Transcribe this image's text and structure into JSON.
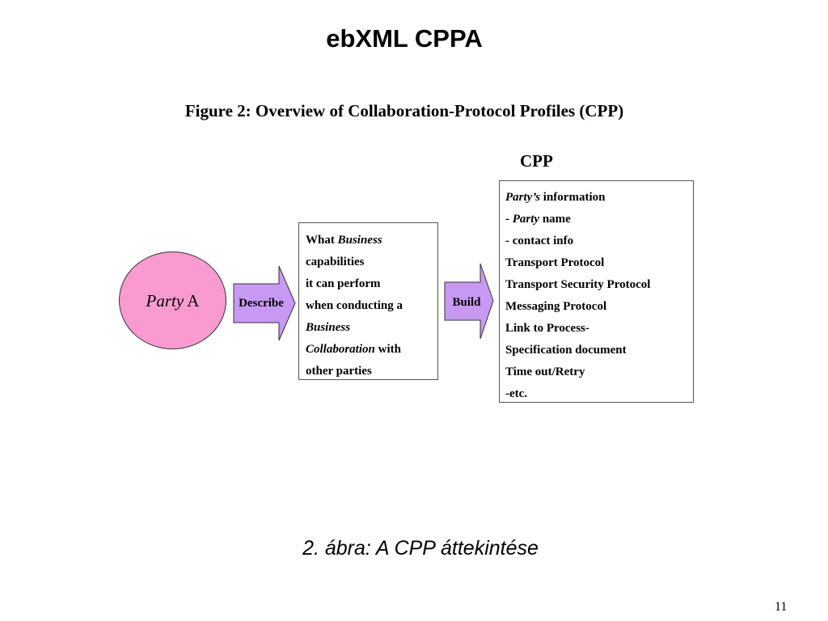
{
  "slide": {
    "title": "ebXML CPPA",
    "figure_caption": "Figure 2: Overview of Collaboration-Protocol Profiles (CPP)",
    "bottom_caption": "2. ábra: A CPP áttekintése",
    "page_number": "11"
  },
  "diagram": {
    "party": {
      "italic": "Party",
      "rest": " A",
      "fill": "#f99bd0"
    },
    "arrow_fill": "#c799f2",
    "describe_label": "Describe",
    "build_label": "Build",
    "business_box": {
      "l1": {
        "a": "What ",
        "b": "Business"
      },
      "l2": "capabilities",
      "l3": "it can perform",
      "l4": "when conducting a",
      "l5": "Business",
      "l6": {
        "a": "Collaboration",
        "b": " with"
      },
      "l7": "other parties"
    },
    "cpp_label": "CPP",
    "cpp_box": {
      "l1": {
        "a": "Party’s",
        "b": " information"
      },
      "l2": {
        "a": "- ",
        "b": "Party",
        "c": " name"
      },
      "l3": "- contact info",
      "l4": "Transport Protocol",
      "l5": "Transport Security Protocol",
      "l6": "Messaging Protocol",
      "l7": "Link to Process-",
      "l8": "Specification document",
      "l9": "Time out/Retry",
      "l10": "-etc."
    }
  }
}
